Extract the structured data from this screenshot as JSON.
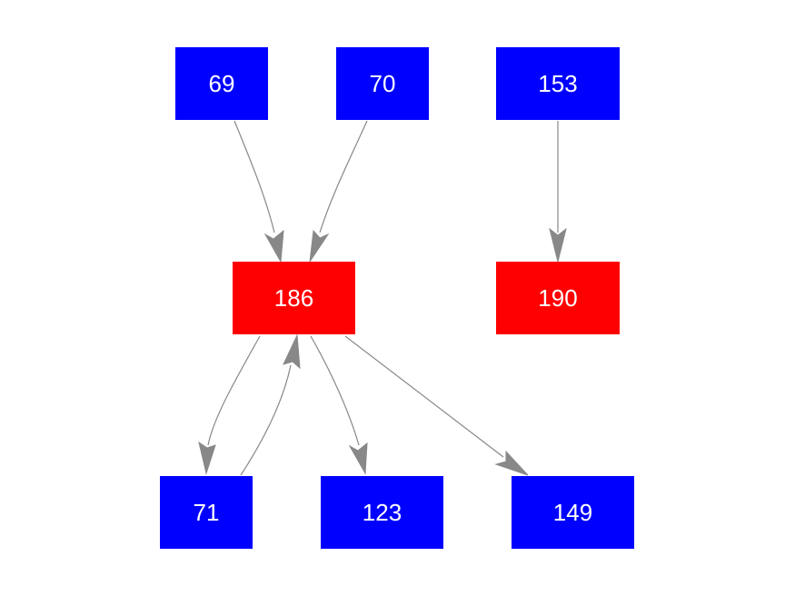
{
  "colors": {
    "source_node": "#0000ff",
    "target_node": "#ff0000",
    "edge": "#888888",
    "label": "#ffffff",
    "background": "#ffffff"
  },
  "nodes": [
    {
      "id": "n69",
      "label": "69",
      "role": "source"
    },
    {
      "id": "n70",
      "label": "70",
      "role": "source"
    },
    {
      "id": "n153",
      "label": "153",
      "role": "source"
    },
    {
      "id": "n186",
      "label": "186",
      "role": "target"
    },
    {
      "id": "n190",
      "label": "190",
      "role": "target"
    },
    {
      "id": "n71",
      "label": "71",
      "role": "source"
    },
    {
      "id": "n123",
      "label": "123",
      "role": "source"
    },
    {
      "id": "n149",
      "label": "149",
      "role": "source"
    }
  ],
  "edges": [
    {
      "from": "69",
      "to": "186"
    },
    {
      "from": "70",
      "to": "186"
    },
    {
      "from": "153",
      "to": "190"
    },
    {
      "from": "186",
      "to": "71"
    },
    {
      "from": "71",
      "to": "186"
    },
    {
      "from": "186",
      "to": "123"
    },
    {
      "from": "186",
      "to": "149"
    }
  ]
}
